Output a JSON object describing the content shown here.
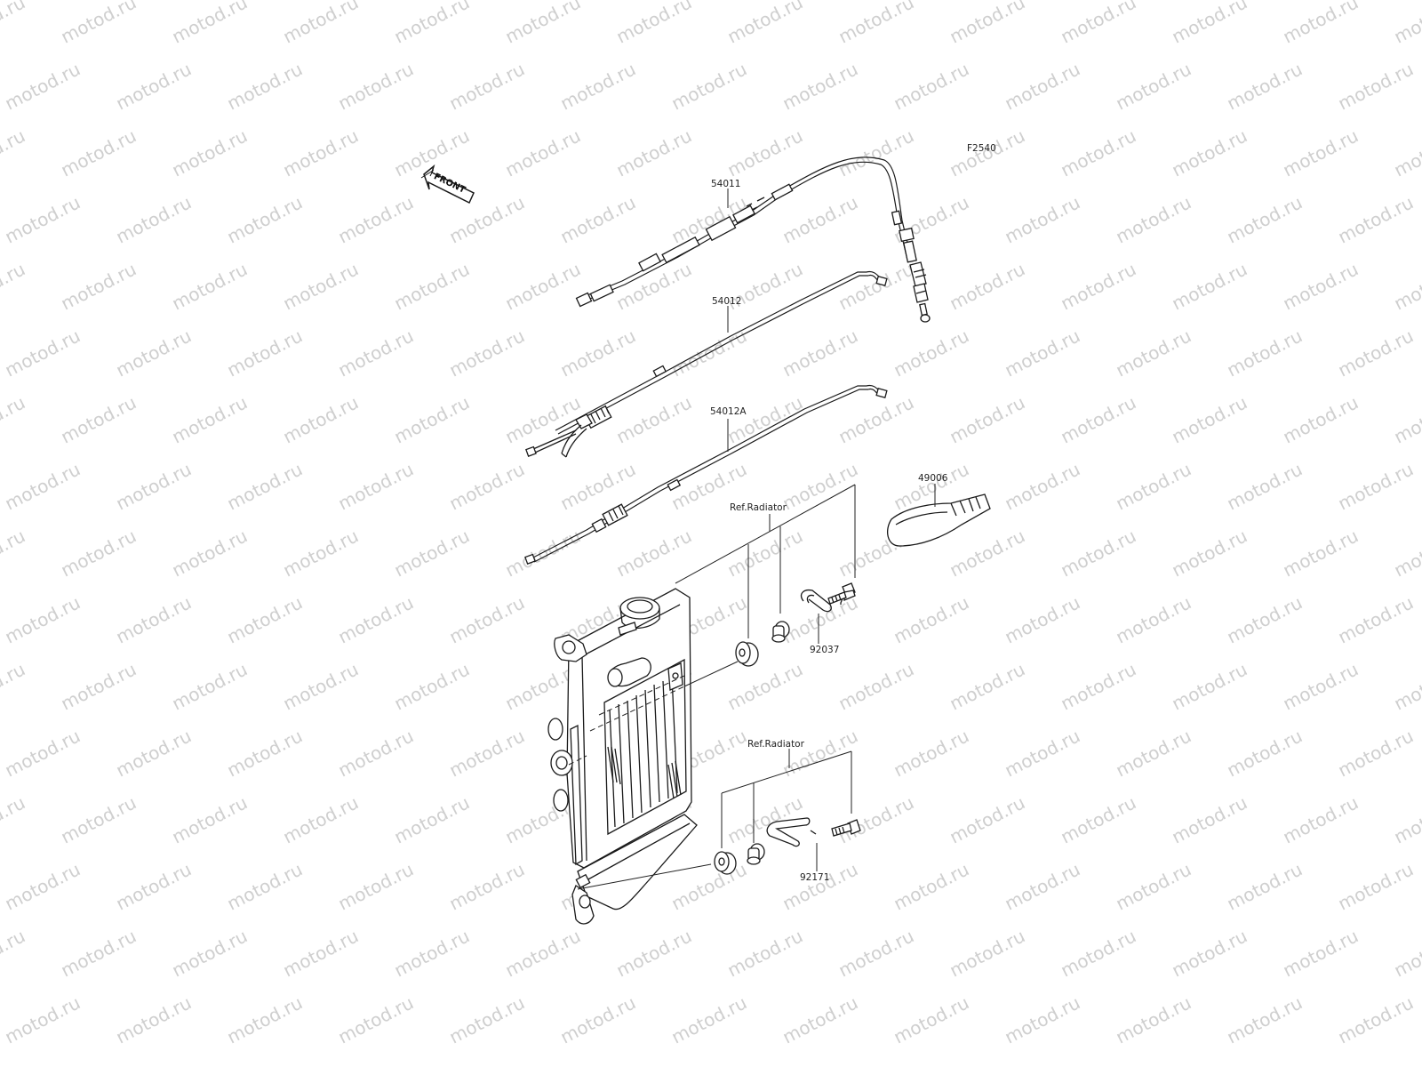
{
  "watermark": {
    "text": "motod.ru"
  },
  "diagram_code": "F2540",
  "front_arrow": {
    "label": "FRONT"
  },
  "parts": [
    {
      "number": "54011"
    },
    {
      "number": "54012"
    },
    {
      "number": "54012A"
    },
    {
      "number": "49006"
    },
    {
      "number": "92037"
    },
    {
      "number": "92171"
    }
  ],
  "references": [
    {
      "label": "Ref.Radiator"
    },
    {
      "label": "Ref.Radiator"
    }
  ]
}
